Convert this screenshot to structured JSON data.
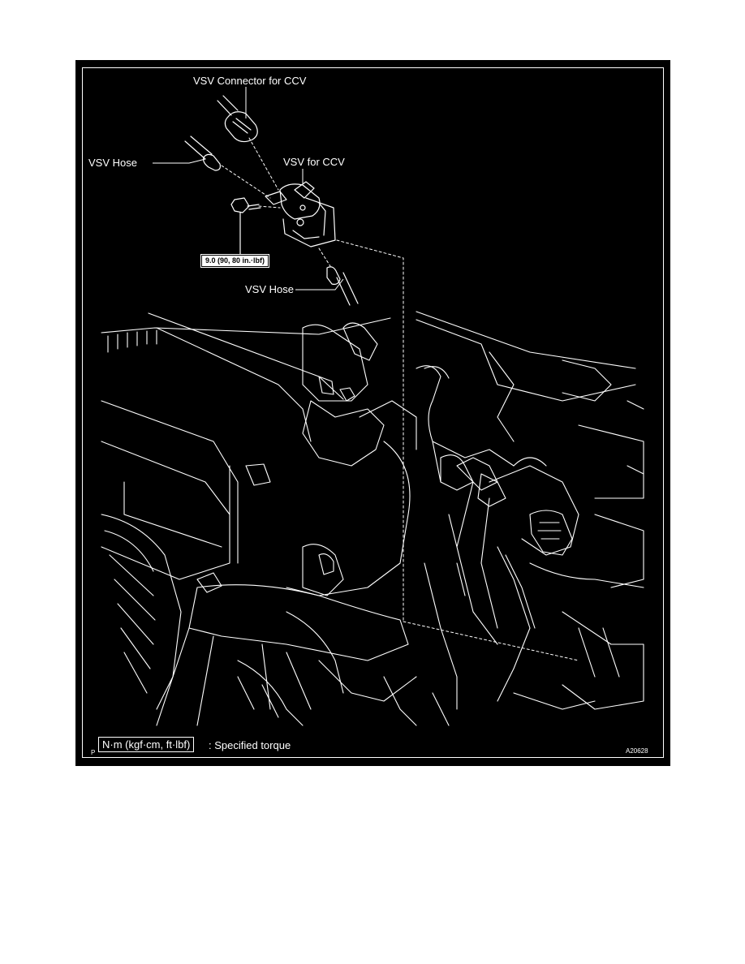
{
  "labels": {
    "vsv_connector": "VSV Connector for CCV",
    "vsv_hose_upper": "VSV Hose",
    "vsv_for_ccv": "VSV for CCV",
    "torque_value": "9.0 (90, 80 in.·lbf)",
    "vsv_hose_lower": "VSV Hose"
  },
  "legend": {
    "unit_box": "N·m (kgf·cm, ft·lbf)",
    "description": ": Specified torque"
  },
  "corner": {
    "left_mark": "P",
    "figure_code": "A20628"
  },
  "colors": {
    "background": "#000000",
    "line": "#ffffff",
    "page": "#ffffff"
  }
}
